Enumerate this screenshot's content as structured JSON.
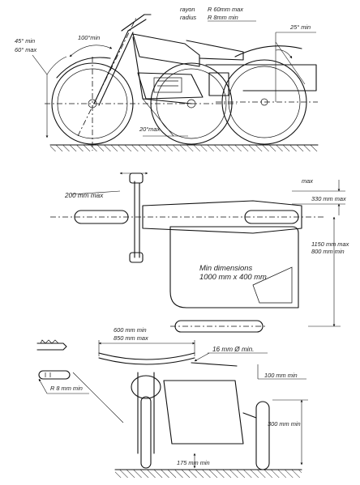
{
  "side_view": {
    "label_rayon": "rayon",
    "label_radius": "radius",
    "label_r_max": "R 60mm max",
    "label_r_min": "R  8mm min",
    "label_angle_min": "45° min",
    "label_angle_max": "60° max",
    "label_steer": "100°min",
    "label_rear_angle": "25° min",
    "label_bottom_angle": "20°max"
  },
  "top_view": {
    "label_handlebar": "200 mm max",
    "label_max": "max",
    "label_width": "330 mm max",
    "label_min_dims_1": "Min dimensions",
    "label_min_dims_2": "1000 mm x 400 mm",
    "label_track_1": "1150 mm max",
    "label_track_2": "800 mm min"
  },
  "front_view": {
    "label_bar_min": "600 mm min",
    "label_bar_max": "850 mm max",
    "label_tube": "16 mm Ø min.",
    "label_clearance": "100 mm min",
    "label_height": "300 mm min",
    "label_ground": "175 mm min",
    "label_lever": "R 8 mm min"
  }
}
